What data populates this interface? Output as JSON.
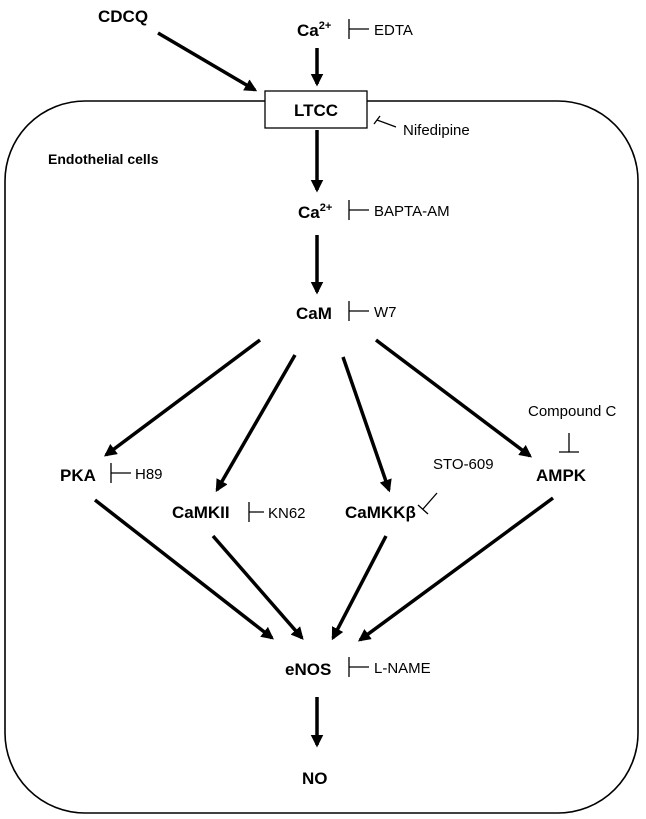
{
  "nodes": {
    "cdcq": "CDCQ",
    "ca_out": "Ca",
    "ca_out_sup": "2+",
    "ltcc": "LTCC",
    "cell": "Endothelial cells",
    "ca_in": "Ca",
    "ca_in_sup": "2+",
    "cam": "CaM",
    "pka": "PKA",
    "camkii": "CaMKII",
    "camkkb": "CaMKKβ",
    "ampk": "AMPK",
    "enos": "eNOS",
    "no": "NO"
  },
  "inhibitors": {
    "edta": "EDTA",
    "nifedipine": "Nifedipine",
    "bapta": "BAPTA-AM",
    "w7": "W7",
    "h89": "H89",
    "kn62": "KN62",
    "sto609": "STO-609",
    "compound_c": "Compound C",
    "lname": "L-NAME"
  }
}
